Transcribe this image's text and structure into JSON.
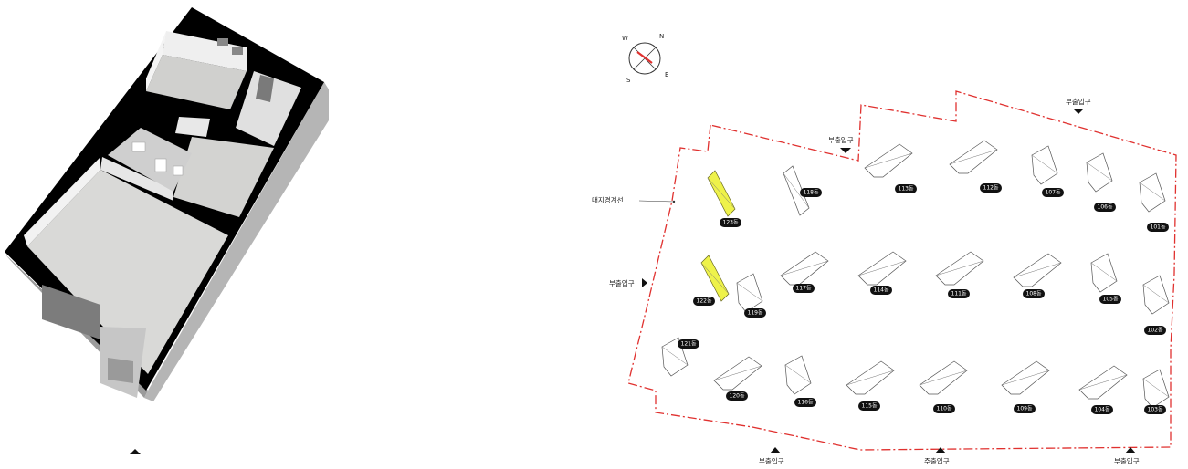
{
  "site_plan": {
    "compass": {
      "labels": [
        "W",
        "N",
        "E",
        "S"
      ]
    },
    "boundary_label": "대지경계선",
    "entrances": {
      "top_right": "부출입구",
      "top_middle": "부출입구",
      "left": "부출입구",
      "bottom_left": "부출입구",
      "bottom_middle": "주출입구",
      "bottom_right": "부출입구"
    },
    "buildings": [
      {
        "label": "123동",
        "highlight": true
      },
      {
        "label": "118동",
        "highlight": false
      },
      {
        "label": "113동",
        "highlight": false
      },
      {
        "label": "112동",
        "highlight": false
      },
      {
        "label": "107동",
        "highlight": false
      },
      {
        "label": "106동",
        "highlight": false
      },
      {
        "label": "101동",
        "highlight": false
      },
      {
        "label": "122동",
        "highlight": true
      },
      {
        "label": "119동",
        "highlight": false
      },
      {
        "label": "117동",
        "highlight": false
      },
      {
        "label": "114동",
        "highlight": false
      },
      {
        "label": "111동",
        "highlight": false
      },
      {
        "label": "108동",
        "highlight": false
      },
      {
        "label": "105동",
        "highlight": false
      },
      {
        "label": "102동",
        "highlight": false
      },
      {
        "label": "121동",
        "highlight": false
      },
      {
        "label": "120동",
        "highlight": false
      },
      {
        "label": "116동",
        "highlight": false
      },
      {
        "label": "115동",
        "highlight": false
      },
      {
        "label": "110동",
        "highlight": false
      },
      {
        "label": "109동",
        "highlight": false
      },
      {
        "label": "104동",
        "highlight": false
      },
      {
        "label": "103동",
        "highlight": false
      }
    ]
  },
  "colors": {
    "boundary": "#e0312f",
    "highlight": "#eef24a",
    "wall": "#000000",
    "floor": "#d6d6d4"
  }
}
